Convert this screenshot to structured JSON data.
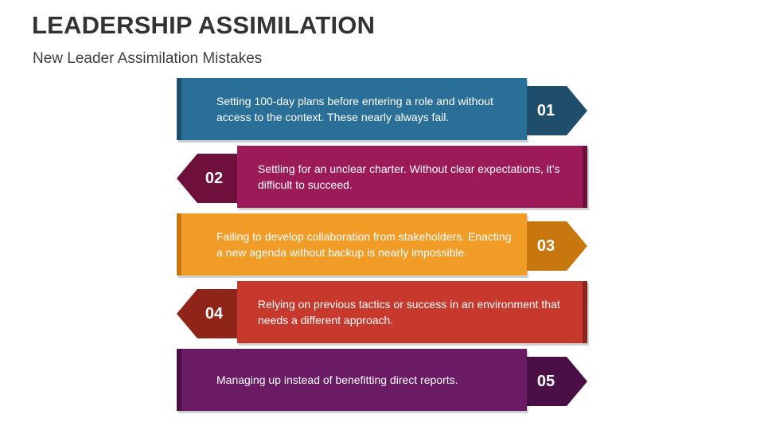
{
  "header": {
    "title": "LEADERSHIP ASSIMILATION",
    "subtitle": "New Leader Assimilation Mistakes"
  },
  "items": [
    {
      "number": "01",
      "text": "Setting 100-day plans before entering a role and without access to the context. These nearly always fail.",
      "color": "#2A6F97",
      "dark": "#1E4E6C",
      "side": "right"
    },
    {
      "number": "02",
      "text": "Settling for an unclear charter. Without clear expectations, it’s difficult to succeed.",
      "color": "#9B1A57",
      "dark": "#6E0F3C",
      "side": "left"
    },
    {
      "number": "03",
      "text": "Failing to develop collaboration from stakeholders. Enacting a new agenda without backup is nearly impossible.",
      "color": "#F29C28",
      "dark": "#C8770F",
      "side": "right"
    },
    {
      "number": "04",
      "text": "Relying on previous tactics or success in an environment that needs a different approach.",
      "color": "#C8392D",
      "dark": "#8F2418",
      "side": "left"
    },
    {
      "number": "05",
      "text": "Managing up instead of benefitting direct reports.",
      "color": "#6A1B63",
      "dark": "#4A1046",
      "side": "right"
    }
  ]
}
